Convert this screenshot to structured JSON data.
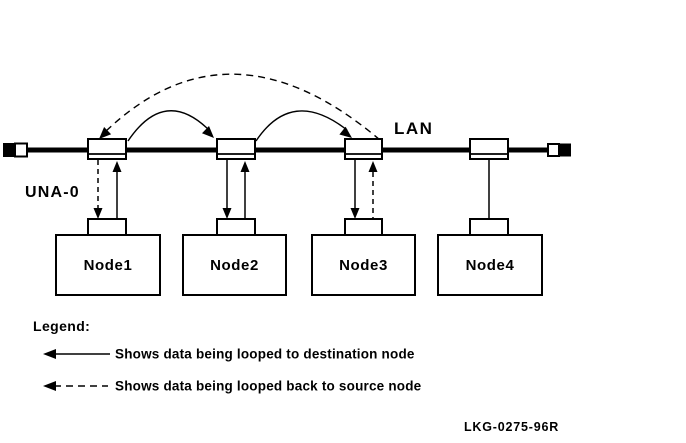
{
  "figure": {
    "background_color": "#ffffff",
    "ink_color": "#000000"
  },
  "labels": {
    "lan": "LAN",
    "una": "UNA-0",
    "caption": "LKG-0275-96R"
  },
  "nodes": [
    {
      "label": "Node1"
    },
    {
      "label": "Node2"
    },
    {
      "label": "Node3"
    },
    {
      "label": "Node4"
    }
  ],
  "legend": {
    "title": "Legend:",
    "items": [
      {
        "style": "solid",
        "text": "Shows data being looped to destination node"
      },
      {
        "style": "dashed",
        "text": "Shows data being looped back to source node"
      }
    ]
  }
}
